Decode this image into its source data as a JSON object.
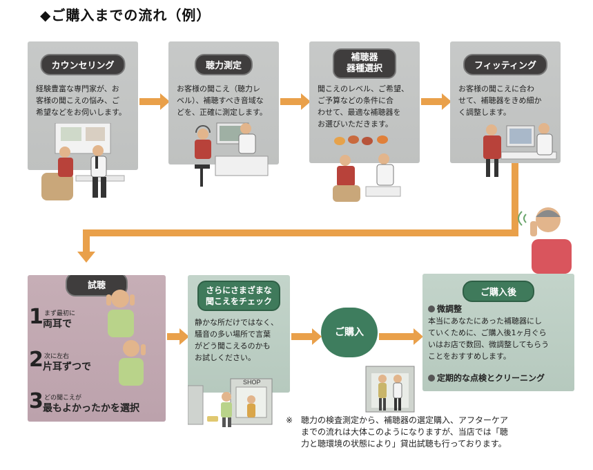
{
  "title": "◆ご購入までの流れ（例）",
  "steps": {
    "counseling": {
      "label": "カウンセリング",
      "text": "経験豊富な専門家が、お\n客様の聞こえの悩み、ご\n希望などをお伺いします。"
    },
    "hearing_test": {
      "label": "聴力測定",
      "text": "お客様の聞こえ（聴力レ\nベル）、補聴すべき音域な\nどを、正確に測定します。"
    },
    "model_select": {
      "label_line1": "補聴器",
      "label_line2": "器種選択",
      "text": "聞こえのレベル、ご希望、\nご予算などの条件に合\nわせて、最適な補聴器を\nお選びいただきます。"
    },
    "fitting": {
      "label": "フィッティング",
      "text": "お客様の聞こえに合わ\nせて、補聴器をきめ細か\nく調整します。"
    },
    "trial": {
      "label": "試聴",
      "items": [
        {
          "num": "1",
          "small": "まず最初に",
          "big": "両耳で"
        },
        {
          "num": "2",
          "small": "次に左右",
          "big": "片耳ずつで"
        },
        {
          "num": "3",
          "small": "どの聞こえが",
          "big": "最もよかったかを選択"
        }
      ]
    },
    "check": {
      "label_line1": "さらにさまざまな",
      "label_line2": "聞こえをチェック",
      "text": "静かな所だけではなく、\n騒音の多い場所で言葉\nがどう聞こえるのかも\nお試しください。",
      "shop_sign": "SHOP"
    },
    "purchase": {
      "label": "ご購入"
    },
    "after": {
      "label": "ご購入後",
      "sub1": "微調整",
      "text": "本当にあなたにあった補聴器にし\nていくために、ご購入後1ヶ月ぐら\nいはお店で数回、微調整してもらう\nことをおすすめします。",
      "sub2": "定期的な点検とクリーニング"
    }
  },
  "note": {
    "mark": "※",
    "text": "聴力の検査測定から、補聴器の選定購入、アフターケア\nまでの流れは大体このようになりますが、当店では「聴\n力と聴環境の状態により」貸出試聴も行っております。"
  },
  "colors": {
    "arrow": "#e9a04a",
    "pill_dark": "#3f3d3d",
    "pill_green": "#3f7a5b",
    "card_gray": "#c7c9c8",
    "card_mauve": "#c6aeb6",
    "card_mint": "#c3d4ca"
  }
}
